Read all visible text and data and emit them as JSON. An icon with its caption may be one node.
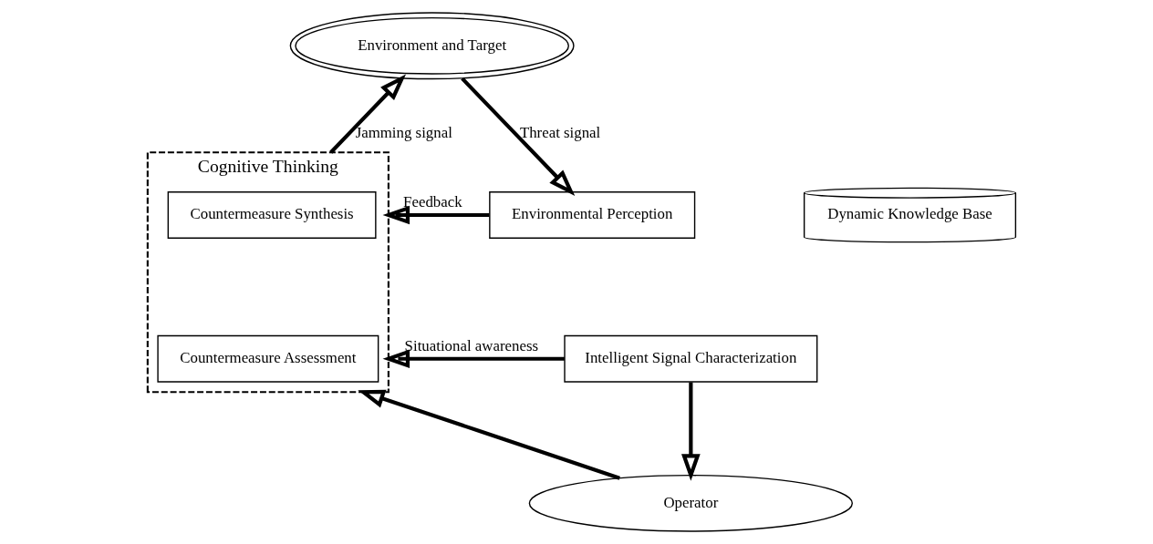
{
  "diagram": {
    "nodes": [
      {
        "text": [
          "Environment and Target"
        ]
      },
      {
        "text": [
          "Environmental Perception"
        ]
      },
      {
        "text": [
          "Dynamic Knowledge Base"
        ]
      },
      {
        "text": [
          "Cognitive Thinking"
        ]
      },
      {
        "text": [
          "Countermeasure Synthesis"
        ],
        "in": 3
      },
      {
        "text": [
          "Countermeasure Assessment"
        ],
        "in": 3
      },
      {
        "text": [
          "Intelligent Signal Characterization"
        ]
      },
      {
        "text": [
          "Operator"
        ]
      }
    ],
    "edges": [
      {
        "from": 0,
        "to": 1,
        "arrow": "to",
        "label": "Threat signal"
      },
      {
        "from": 3,
        "to": 0,
        "arrow": "to",
        "label": "Jamming signal"
      },
      {
        "from": 1,
        "to": 3,
        "arrow": "to",
        "label": "Feedback"
      },
      {
        "from": 6,
        "to": 3,
        "arrow": "to",
        "label": "Situational awareness"
      },
      {
        "from": 6,
        "to": 7,
        "arrow": "to"
      },
      {
        "from": 7,
        "to": 3,
        "arrow": "to"
      }
    ]
  }
}
